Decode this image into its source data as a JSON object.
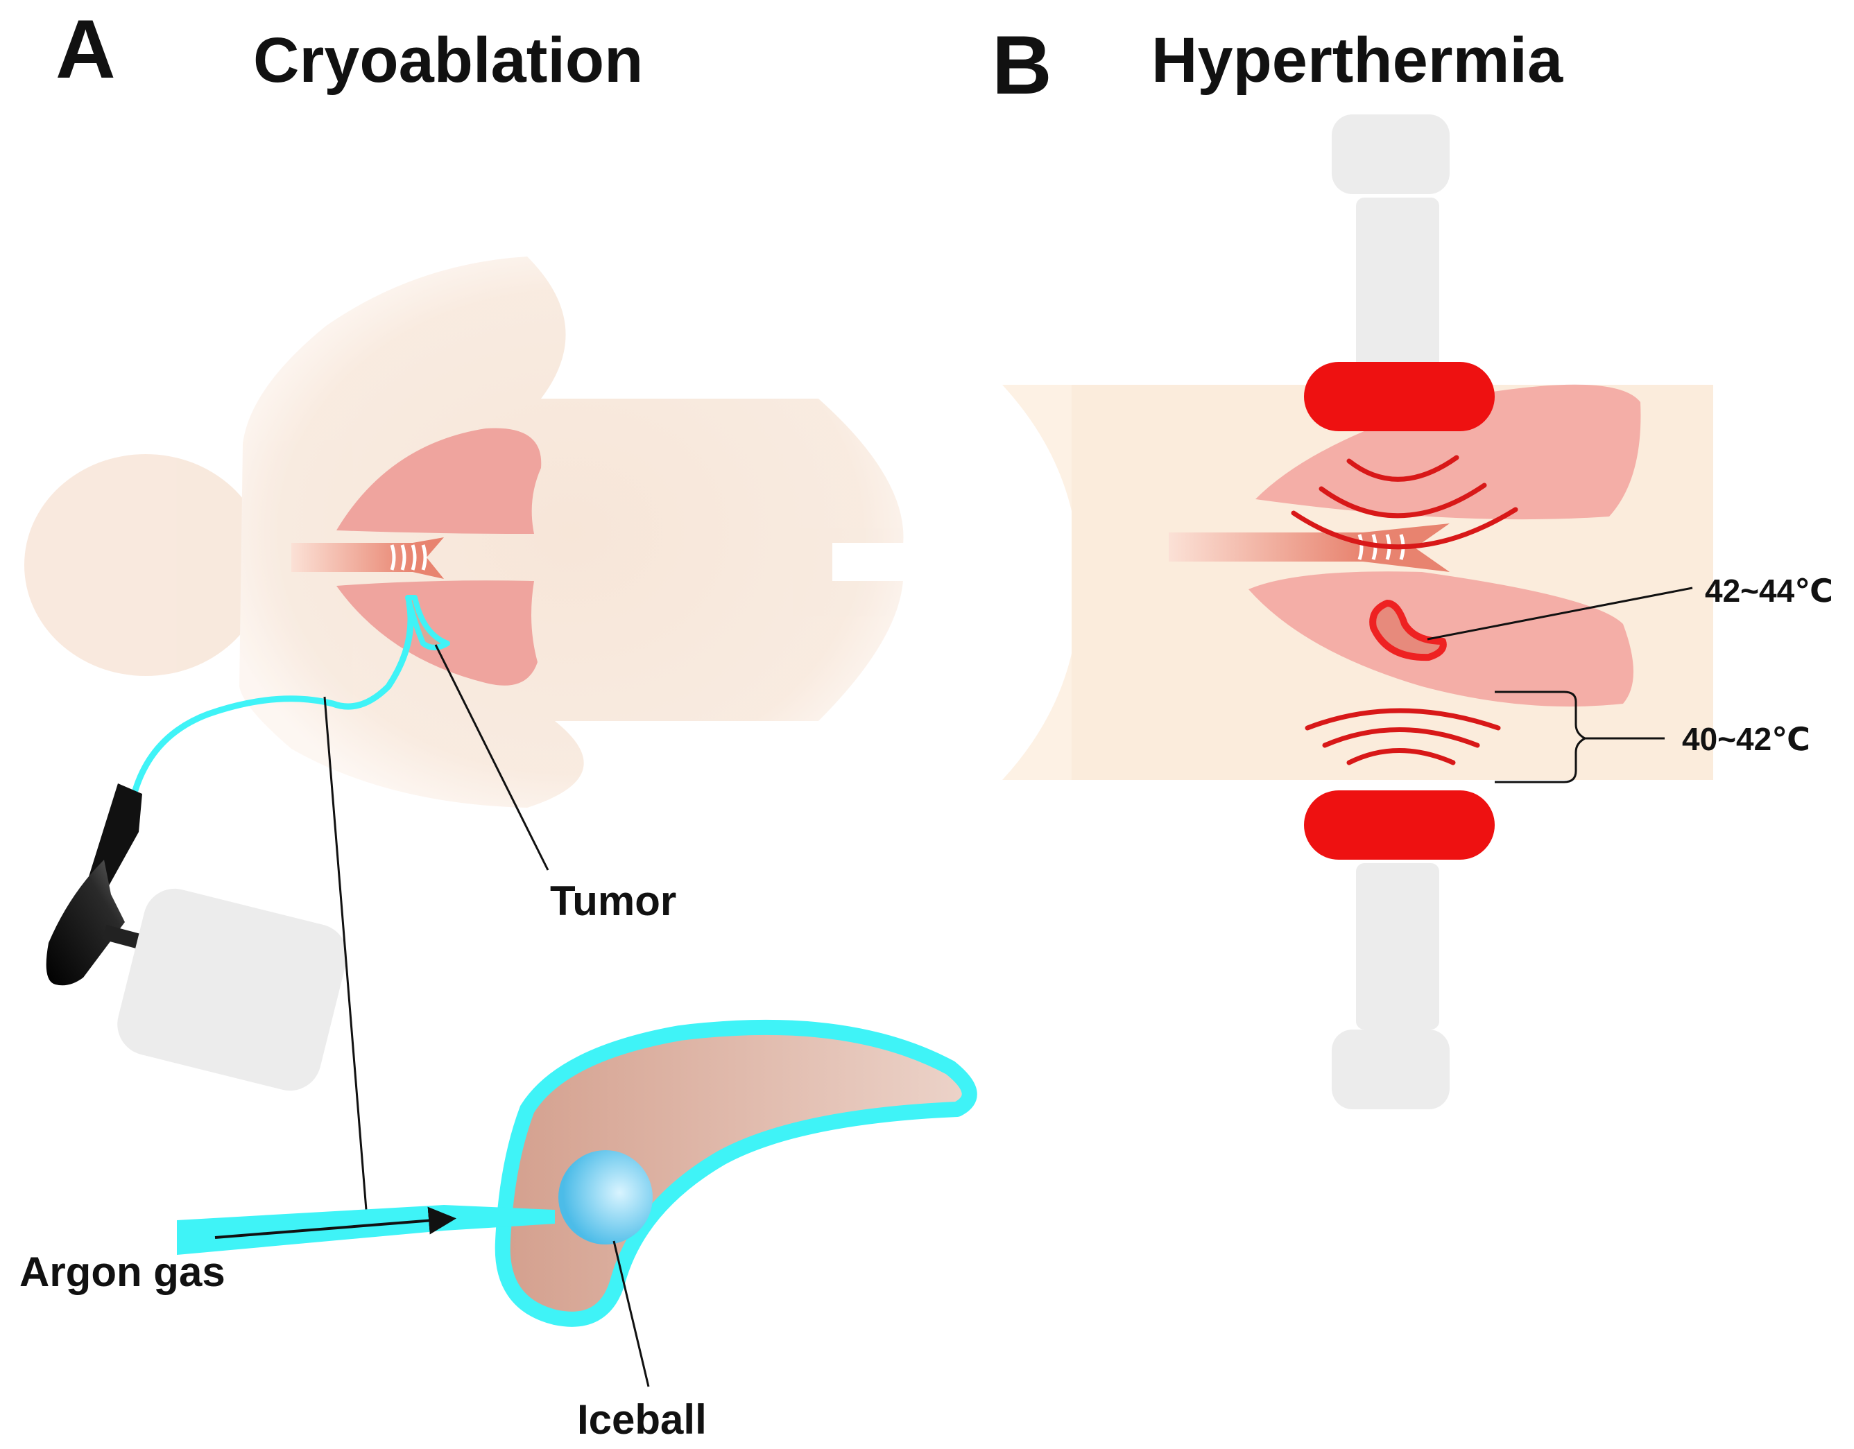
{
  "panel_a": {
    "letter": "A",
    "title": "Cryoablation",
    "labels": {
      "tumor": "Tumor",
      "argon_gas": "Argon gas",
      "iceball": "Iceball"
    }
  },
  "panel_b": {
    "letter": "B",
    "title": "Hyperthermia",
    "labels": {
      "tumor_temp": "42~44℃",
      "tissue_temp": "40~42℃"
    }
  },
  "colors": {
    "body_skin": "#f8e6d8",
    "lung": "#efa39d",
    "probe_cyan": "#3ff3f7",
    "tumor_brown": "#d9a998",
    "electrode_red": "#ee1111",
    "wave_red": "#d81818",
    "device_grey": "#ececec"
  }
}
